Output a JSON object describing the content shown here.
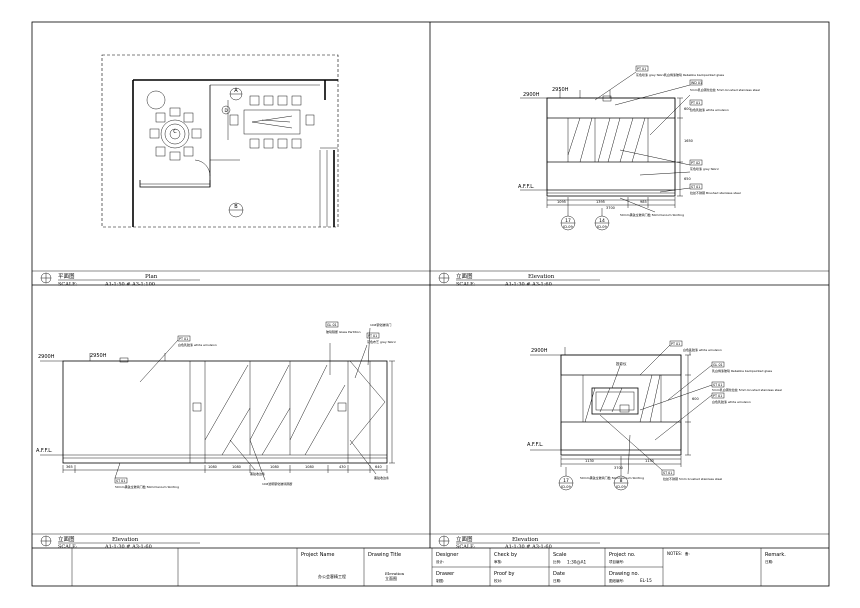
{
  "panels": {
    "plan": {
      "title_cn": "平面图",
      "title_en": "Plan",
      "scale_label": "SCALE:",
      "scale": "A1-1:50 # A3-1:100",
      "marker_a": "A",
      "marker_b": "B",
      "marker_c": "C",
      "marker_d": "D"
    },
    "elev_tr": {
      "title_cn": "立面图",
      "title_en": "Elevation",
      "scale_label": "SCALE:",
      "scale": "A1-1:30 # A3-1:60",
      "level_top": "2900H",
      "level_sub": "2950H",
      "level_floor": "A.F.F.L.",
      "dims": [
        "1095",
        "1395",
        "985",
        "3700"
      ],
      "vdims": [
        "600",
        "1650",
        "650"
      ],
      "tags": [
        "PT 01",
        "WD 01",
        "PT 01",
        "PT 02",
        "ST 01"
      ],
      "notes": [
        "灰色喷漆 grey fabric",
        "乳白烤漆玻璃 Rebeblie backpainted glass",
        "5mm乳白钢化拉丝 5mm brushed stainless steel",
        "白色乳胶漆 white emulsion",
        "灰色喷漆 grey fabric",
        "拉丝不锈钢 Brushed stainless steel",
        "50mm黑钛全玻璃门槛 50mmlanium Skirting"
      ],
      "callouts": [
        "17",
        "14"
      ],
      "callout_refs": [
        "ID-09",
        "ID-09"
      ]
    },
    "elev_bl": {
      "title_cn": "立面图",
      "title_en": "Elevation",
      "scale_label": "SCALE:",
      "scale": "A1-1:30 # A3-1:60",
      "level_top": "2900H",
      "level_sub": "2950H",
      "level_floor": "A.F.F.L.",
      "dims": [
        "365",
        "1080",
        "1080",
        "1080",
        "1080",
        "430",
        "640"
      ],
      "tags": [
        "PT 01",
        "GL 01",
        "PT 01",
        "ST 01"
      ],
      "notes": [
        "白色乳胶漆 white emulsion",
        "玻璃隔断 Glass Partition",
        "10#钢化玻璃门",
        "灰色布艺 grey fabric",
        "50mm黑钛全玻璃门槛 50mmlanium Skirting",
        "黑钛收边条",
        "10#透明钢化玻璃隔断",
        "黑钛收边条"
      ]
    },
    "elev_br": {
      "title_cn": "立面图",
      "title_en": "Elevation",
      "scale_label": "SCALE:",
      "scale": "A1-1:30 # A3-1:60",
      "level_top": "2900H",
      "level_floor": "A.F.F.L.",
      "dims": [
        "1130",
        "1130",
        "3700",
        "600"
      ],
      "tags": [
        "PT 01",
        "GL 01",
        "ST 01",
        "PT 01",
        "ST 01"
      ],
      "notes": [
        "投影仪",
        "白色乳胶漆 white emulsion",
        "乳白烤漆玻璃 Rebeblie backpainted glass",
        "5mm乳白钢化拉丝 5mm brushed stainless steel",
        "白色乳胶漆 white emulsion",
        "50mm黑钛全玻璃门槛 50mmlanium Skirting",
        "拉丝不锈钢 5mm brushed stainless steel"
      ],
      "callouts": [
        "17",
        "8"
      ],
      "callout_refs": [
        "ID-09",
        "ID-09"
      ]
    }
  },
  "title_block": {
    "project_name_label": "Project Name",
    "project_name": "办公会客精工程",
    "drawing_title_label": "Drawing Title",
    "drawing_title_en": "Elevation",
    "drawing_title_cn": "立面图",
    "designer_label": "Designer",
    "designer_sub": "设计:",
    "check_label": "Check by",
    "check_sub": "审核:",
    "scale_label": "Scale",
    "scale_sub": "比例:",
    "scale_value": "1:30@A1",
    "project_no_label": "Project no.",
    "project_no_sub": "项目编号:",
    "notes_label": "NOTES:",
    "notes_sub": "备:",
    "remark_label": "Remark.",
    "remark_sub": "日期:",
    "drawer_label": "Drawer",
    "drawer_sub": "制图:",
    "proof_label": "Proof by",
    "proof_sub": "校对:",
    "date_label": "Date",
    "date_sub": "日期:",
    "drawing_no_label": "Drawing no.",
    "drawing_no_sub": "图纸编号:",
    "drawing_no": "EL-15"
  }
}
